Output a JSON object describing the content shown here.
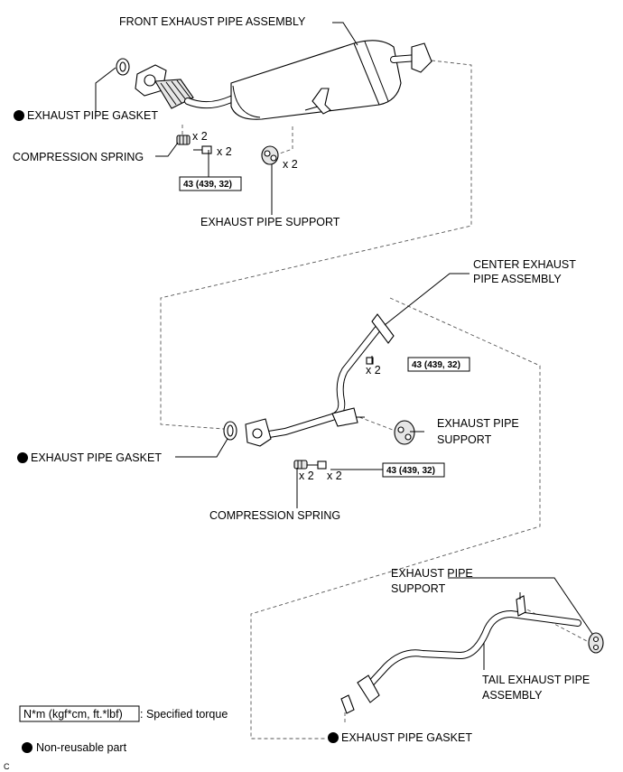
{
  "front": {
    "assembly_label": "FRONT EXHAUST PIPE ASSEMBLY",
    "gasket_label": "EXHAUST PIPE GASKET",
    "spring_label": "COMPRESSION SPRING",
    "support_label": "EXHAUST PIPE SUPPORT",
    "spring_qty": "x 2",
    "bolt_qty": "x 2",
    "support_qty": "x 2",
    "torque": "43 (439, 32)"
  },
  "center": {
    "assembly_label_line1": "CENTER EXHAUST",
    "assembly_label_line2": "PIPE ASSEMBLY",
    "gasket_label": "EXHAUST PIPE GASKET",
    "spring_label": "COMPRESSION SPRING",
    "support_label_line1": "EXHAUST PIPE",
    "support_label_line2": "SUPPORT",
    "bolt_qty_upper": "x 2",
    "spring_qty": "x 2",
    "bolt_qty_lower": "x 2",
    "torque_upper": "43 (439, 32)",
    "torque_lower": "43 (439, 32)"
  },
  "tail": {
    "support_label_line1": "EXHAUST PIPE",
    "support_label_line2": "SUPPORT",
    "assembly_label_line1": "TAIL EXHAUST PIPE",
    "assembly_label_line2": "ASSEMBLY",
    "gasket_label": "EXHAUST PIPE GASKET"
  },
  "legend": {
    "torque_unit": "N*m (kgf*cm, ft.*lbf)",
    "torque_desc": ": Specified torque",
    "nonreusable_desc": "Non-reusable part"
  },
  "corner_mark": "C"
}
